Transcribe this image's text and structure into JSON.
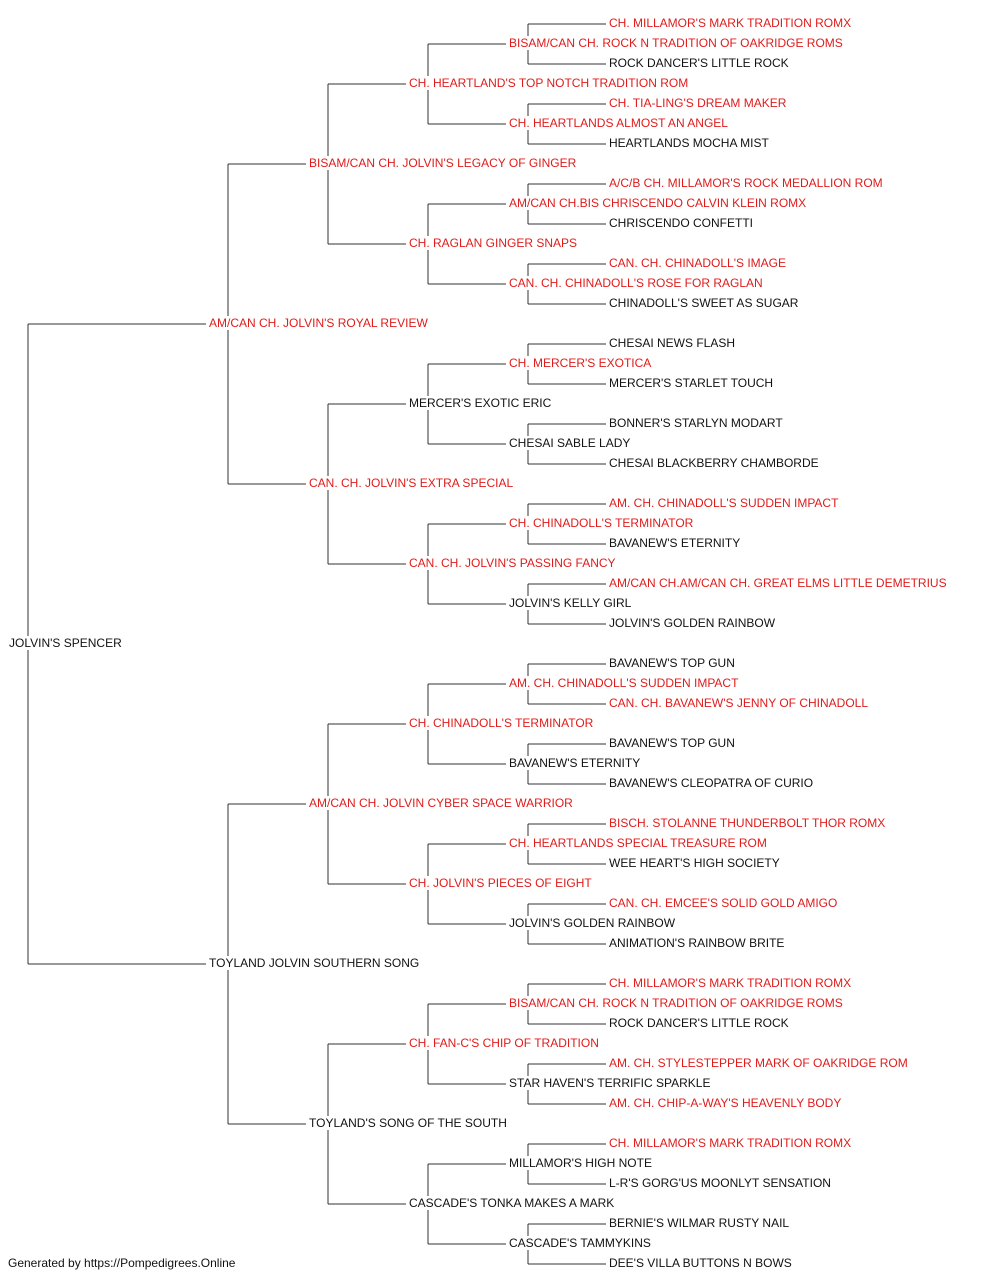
{
  "colors": {
    "champion": "#e01b1b",
    "plain": "#111111",
    "line": "#333333"
  },
  "pedigree": {
    "name": "JOLVIN'S SPENCER",
    "champion": false,
    "sire": {
      "name": "AM/CAN CH. JOLVIN'S ROYAL REVIEW",
      "champion": true,
      "sire": {
        "name": "BISAM/CAN CH. JOLVIN'S LEGACY OF GINGER",
        "champion": true,
        "sire": {
          "name": "CH. HEARTLAND'S TOP NOTCH TRADITION ROM",
          "champion": true,
          "sire": {
            "name": "BISAM/CAN CH. ROCK N TRADITION OF OAKRIDGE ROMS",
            "champion": true,
            "sire": {
              "name": "CH. MILLAMOR'S MARK TRADITION ROMX",
              "champion": true
            },
            "dam": {
              "name": "ROCK DANCER'S LITTLE ROCK",
              "champion": false
            }
          },
          "dam": {
            "name": "CH. HEARTLANDS ALMOST AN ANGEL",
            "champion": true,
            "sire": {
              "name": "CH. TIA-LING'S DREAM MAKER",
              "champion": true
            },
            "dam": {
              "name": "HEARTLANDS MOCHA MIST",
              "champion": false
            }
          }
        },
        "dam": {
          "name": "CH. RAGLAN GINGER SNAPS",
          "champion": true,
          "sire": {
            "name": "AM/CAN CH.BIS CHRISCENDO CALVIN KLEIN ROMX",
            "champion": true,
            "sire": {
              "name": "A/C/B CH. MILLAMOR'S ROCK MEDALLION ROM",
              "champion": true
            },
            "dam": {
              "name": "CHRISCENDO CONFETTI",
              "champion": false
            }
          },
          "dam": {
            "name": "CAN. CH. CHINADOLL'S ROSE FOR RAGLAN",
            "champion": true,
            "sire": {
              "name": "CAN. CH. CHINADOLL'S IMAGE",
              "champion": true
            },
            "dam": {
              "name": "CHINADOLL'S SWEET AS SUGAR",
              "champion": false
            }
          }
        }
      },
      "dam": {
        "name": "CAN. CH. JOLVIN'S EXTRA SPECIAL",
        "champion": true,
        "sire": {
          "name": "MERCER'S EXOTIC ERIC",
          "champion": false,
          "sire": {
            "name": "CH. MERCER'S EXOTICA",
            "champion": true,
            "sire": {
              "name": "CHESAI NEWS FLASH",
              "champion": false
            },
            "dam": {
              "name": "MERCER'S STARLET TOUCH",
              "champion": false
            }
          },
          "dam": {
            "name": "CHESAI SABLE LADY",
            "champion": false,
            "sire": {
              "name": "BONNER'S STARLYN MODART",
              "champion": false
            },
            "dam": {
              "name": "CHESAI BLACKBERRY CHAMBORDE",
              "champion": false
            }
          }
        },
        "dam": {
          "name": "CAN. CH. JOLVIN'S PASSING FANCY",
          "champion": true,
          "sire": {
            "name": "CH. CHINADOLL'S TERMINATOR",
            "champion": true,
            "sire": {
              "name": "AM. CH. CHINADOLL'S SUDDEN IMPACT",
              "champion": true
            },
            "dam": {
              "name": "BAVANEW'S ETERNITY",
              "champion": false
            }
          },
          "dam": {
            "name": "JOLVIN'S KELLY GIRL",
            "champion": false,
            "sire": {
              "name": "AM/CAN CH.AM/CAN CH. GREAT ELMS LITTLE DEMETRIUS",
              "champion": true
            },
            "dam": {
              "name": "JOLVIN'S GOLDEN RAINBOW",
              "champion": false
            }
          }
        }
      }
    },
    "dam": {
      "name": "TOYLAND JOLVIN SOUTHERN SONG",
      "champion": false,
      "sire": {
        "name": "AM/CAN CH. JOLVIN CYBER SPACE WARRIOR",
        "champion": true,
        "sire": {
          "name": "CH. CHINADOLL'S TERMINATOR",
          "champion": true,
          "sire": {
            "name": "AM. CH. CHINADOLL'S SUDDEN IMPACT",
            "champion": true,
            "sire": {
              "name": "BAVANEW'S TOP GUN",
              "champion": false
            },
            "dam": {
              "name": "CAN. CH. BAVANEW'S JENNY OF CHINADOLL",
              "champion": true
            }
          },
          "dam": {
            "name": "BAVANEW'S ETERNITY",
            "champion": false,
            "sire": {
              "name": "BAVANEW'S TOP GUN",
              "champion": false
            },
            "dam": {
              "name": "BAVANEW'S CLEOPATRA OF CURIO",
              "champion": false
            }
          }
        },
        "dam": {
          "name": "CH. JOLVIN'S PIECES OF EIGHT",
          "champion": true,
          "sire": {
            "name": "CH. HEARTLANDS SPECIAL TREASURE ROM",
            "champion": true,
            "sire": {
              "name": "BISCH. STOLANNE THUNDERBOLT THOR ROMX",
              "champion": true
            },
            "dam": {
              "name": "WEE HEART'S HIGH SOCIETY",
              "champion": false
            }
          },
          "dam": {
            "name": "JOLVIN'S GOLDEN RAINBOW",
            "champion": false,
            "sire": {
              "name": "CAN. CH. EMCEE'S SOLID GOLD AMIGO",
              "champion": true
            },
            "dam": {
              "name": "ANIMATION'S RAINBOW BRITE",
              "champion": false
            }
          }
        }
      },
      "dam": {
        "name": "TOYLAND'S SONG OF THE SOUTH",
        "champion": false,
        "sire": {
          "name": "CH. FAN-C'S CHIP OF TRADITION",
          "champion": true,
          "sire": {
            "name": "BISAM/CAN CH. ROCK N TRADITION OF OAKRIDGE ROMS",
            "champion": true,
            "sire": {
              "name": "CH. MILLAMOR'S MARK TRADITION ROMX",
              "champion": true
            },
            "dam": {
              "name": "ROCK DANCER'S LITTLE ROCK",
              "champion": false
            }
          },
          "dam": {
            "name": "STAR HAVEN'S TERRIFIC SPARKLE",
            "champion": false,
            "sire": {
              "name": "AM. CH. STYLESTEPPER MARK OF OAKRIDGE ROM",
              "champion": true
            },
            "dam": {
              "name": "AM. CH. CHIP-A-WAY'S HEAVENLY BODY",
              "champion": true
            }
          }
        },
        "dam": {
          "name": "CASCADE'S TONKA MAKES A MARK",
          "champion": false,
          "sire": {
            "name": "MILLAMOR'S HIGH NOTE",
            "champion": false,
            "sire": {
              "name": "CH. MILLAMOR'S MARK TRADITION ROMX",
              "champion": true
            },
            "dam": {
              "name": "L-R'S GORG'US MOONLYT SENSATION",
              "champion": false
            }
          },
          "dam": {
            "name": "CASCADE'S TAMMYKINS",
            "champion": false,
            "sire": {
              "name": "BERNIE'S WILMAR RUSTY NAIL",
              "champion": false
            },
            "dam": {
              "name": "DEE'S VILLA BUTTONS N BOWS",
              "champion": false
            }
          }
        }
      }
    }
  },
  "footer": {
    "text": "Generated by https://Pompedigrees.Online"
  }
}
